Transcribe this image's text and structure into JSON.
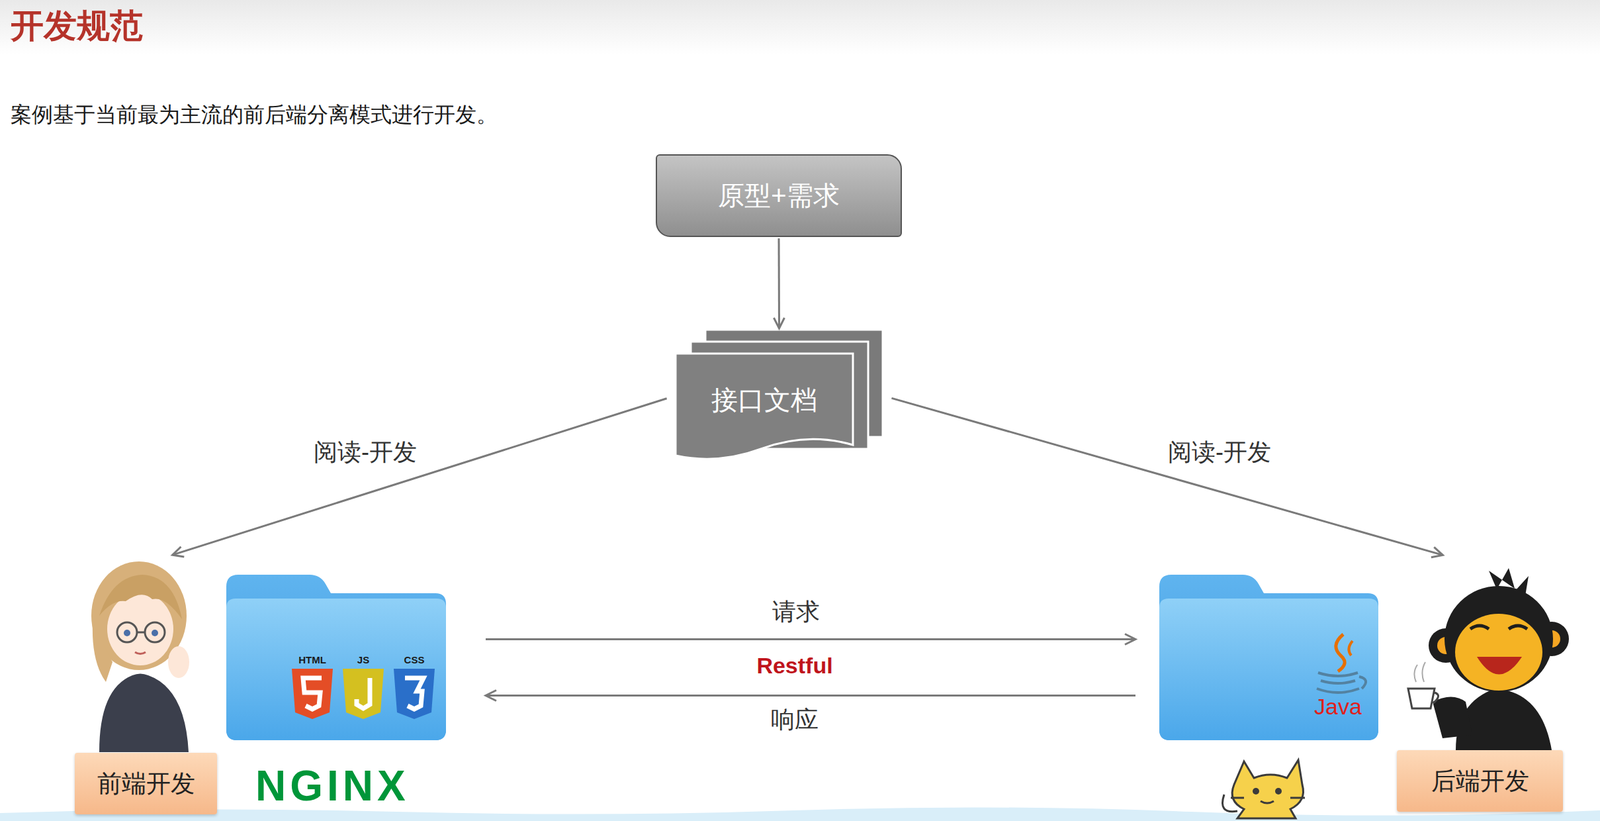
{
  "diagram": {
    "title": "开发规范",
    "nodes": [
      {
        "text": [
          "原型+需求"
        ]
      },
      {
        "text": [
          "接口文档"
        ]
      },
      {
        "text": [
          "前端开发"
        ]
      },
      {
        "text": [
          "HTML",
          "JS",
          "CSS"
        ]
      },
      {
        "text": [
          "Java"
        ]
      },
      {
        "text": [
          "后端开发"
        ]
      }
    ],
    "edges": [
      {
        "from": 0,
        "to": 1,
        "arrow": "to"
      },
      {
        "from": 1,
        "to": 2,
        "label": "阅读-开发",
        "arrow": "to"
      },
      {
        "from": 1,
        "to": 5,
        "label": "阅读-开发",
        "arrow": "to"
      },
      {
        "from": 3,
        "to": 4,
        "label": "请求",
        "arrow": "to"
      },
      {
        "from": 4,
        "to": 3,
        "label": "响应",
        "arrow": "to"
      }
    ],
    "labels": [
      "案例基于当前最为主流的前后端分离模式进行开发。",
      "Restful",
      "NGINX"
    ]
  }
}
